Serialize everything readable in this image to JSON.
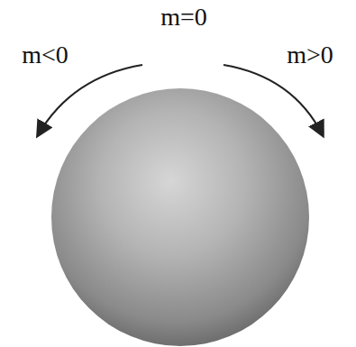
{
  "diagram": {
    "labels": [
      "m=0",
      "m<0",
      "m>0"
    ]
  }
}
